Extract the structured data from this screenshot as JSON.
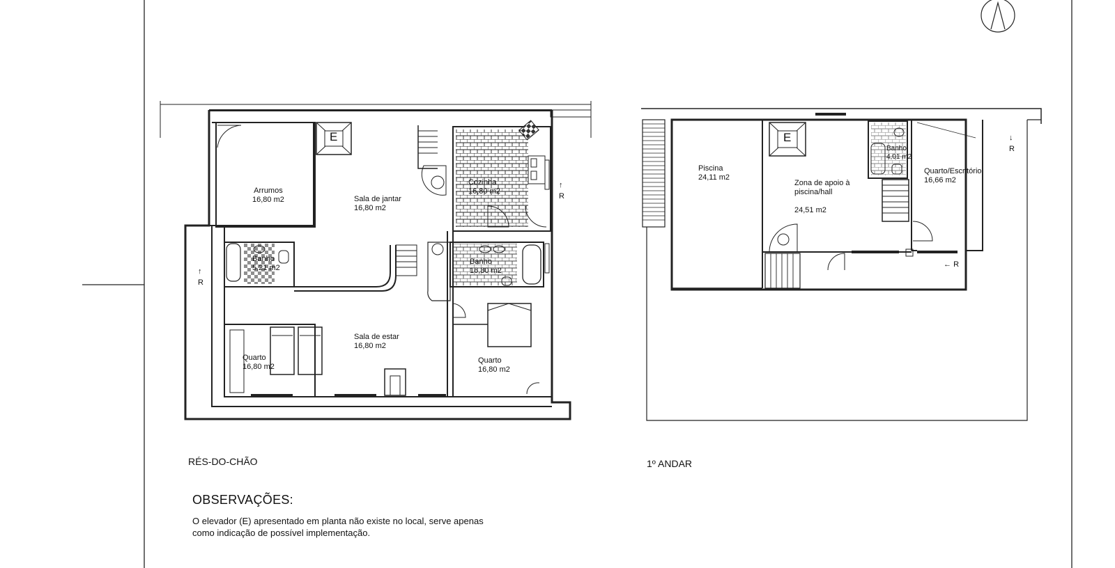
{
  "floor_plans": {
    "ground": {
      "title": "RÉS-DO-CHÃO",
      "rooms": [
        {
          "name": "Arrumos",
          "area": "16,80 m2"
        },
        {
          "name": "Sala de jantar",
          "area": "16,80 m2"
        },
        {
          "name": "Cozinha",
          "area": "16,80 m2"
        },
        {
          "name": "Banho",
          "area": "5,21 m2"
        },
        {
          "name": "Banho",
          "area": "16,80 m2"
        },
        {
          "name": "Sala de estar",
          "area": "16,80 m2"
        },
        {
          "name": "Quarto",
          "area": "16,80 m2"
        },
        {
          "name": "Quarto",
          "area": "16,80 m2"
        }
      ],
      "ramp_labels": [
        "R",
        "R"
      ],
      "elevator_label": "E"
    },
    "first": {
      "title": "1º ANDAR",
      "rooms": [
        {
          "name": "Piscina",
          "area": "24,11 m2"
        },
        {
          "name": "Zona de apoio à\npiscina/hall",
          "area": "24,51 m2"
        },
        {
          "name": "Banho",
          "area": "4,01 m2"
        },
        {
          "name": "Quarto/Escritório",
          "area": "16,66 m2"
        }
      ],
      "ramp_labels": [
        "R",
        "R"
      ],
      "elevator_label": "E"
    }
  },
  "observations": {
    "title": "OBSERVAÇÕES:",
    "text_line1": "O elevador (E) apresentado em planta não existe no local, serve apenas",
    "text_line2": "como indicação de possível implementação."
  }
}
